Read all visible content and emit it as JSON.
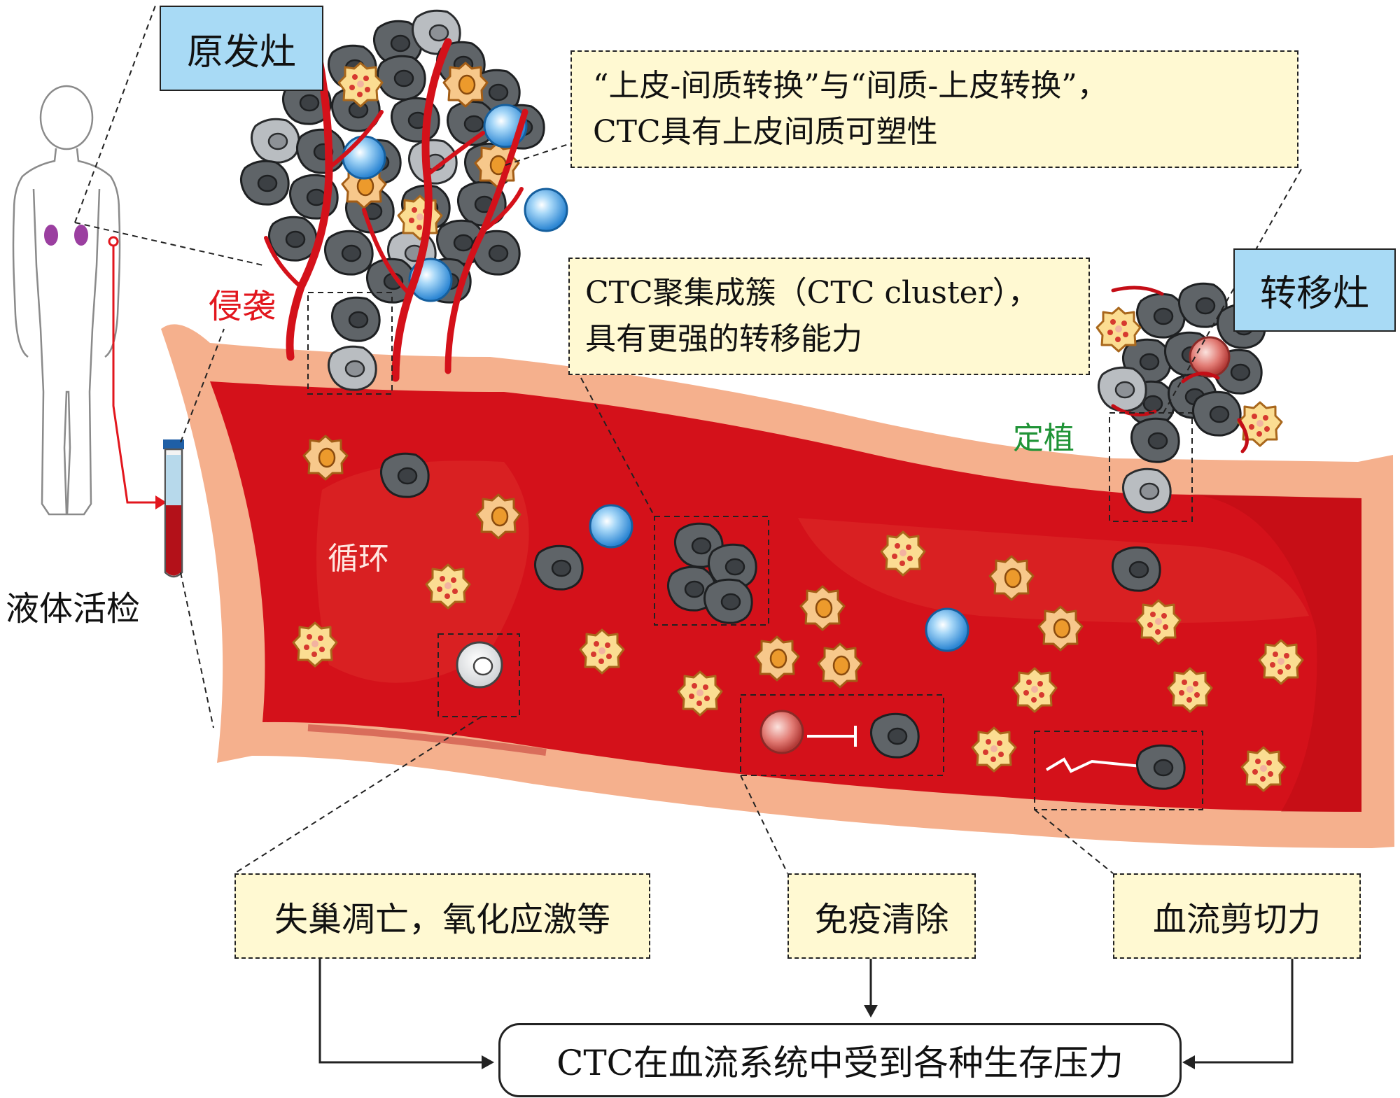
{
  "labels": {
    "primary_tumor": "原发灶",
    "metastasis": "转移灶",
    "invasion": "侵袭",
    "circulation": "循环",
    "colonization": "定植",
    "liquid_biopsy": "液体活检"
  },
  "notes": {
    "emt_line1": "“上皮-间质转换”与“间质-上皮转换”，",
    "emt_line2": "CTC具有上皮间质可塑性",
    "cluster_line1": "CTC聚集成簇（CTC cluster），",
    "cluster_line2": "具有更强的转移能力"
  },
  "pressures": {
    "anoikis": "失巢凋亡，氧化应激等",
    "immune": "免疫清除",
    "shear": "血流剪切力",
    "summary": "CTC在血流系统中受到各种生存压力"
  },
  "colors": {
    "blood": "#d4111a",
    "vessel_wall": "#f5b08d",
    "label_box": "#a8daf5",
    "note_box": "#fff9d2",
    "red_label": "#e2161d",
    "green_label": "#1f9336",
    "tumor_cell": "#5f6468"
  }
}
